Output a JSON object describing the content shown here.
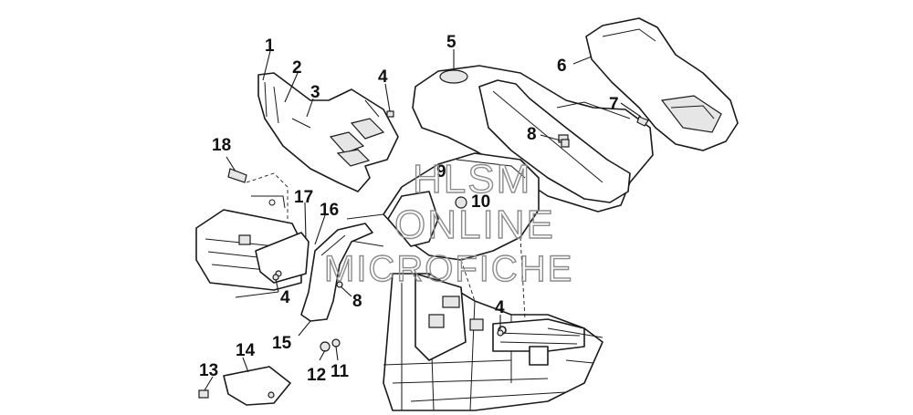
{
  "callouts": {
    "c1": "1",
    "c2": "2",
    "c3": "3",
    "c4a": "4",
    "c5": "5",
    "c6": "6",
    "c7": "7",
    "c8a": "8",
    "c9": "9",
    "c10": "10",
    "c16": "16",
    "c17": "17",
    "c18": "18",
    "c4b": "4",
    "c8b": "8",
    "c4c": "4",
    "c15": "15",
    "c14": "14",
    "c13": "13",
    "c12": "12",
    "c11": "11"
  },
  "watermark": {
    "line1": "HLSM",
    "line2": "ONLINE",
    "line3": "MICROFICHE"
  }
}
